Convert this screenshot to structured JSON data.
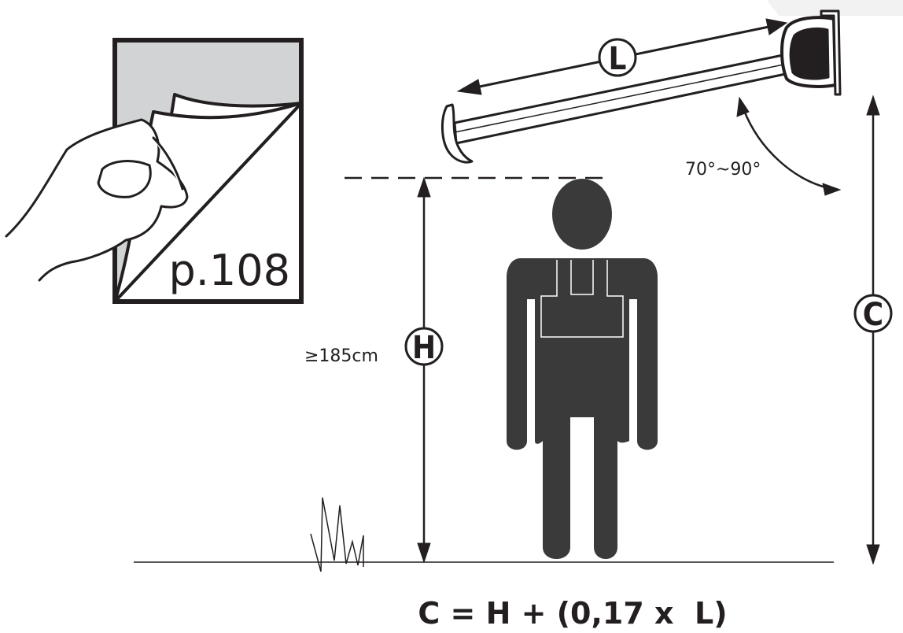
{
  "page_ref": "p.108",
  "labels": {
    "L": "L",
    "H": "H",
    "C": "C"
  },
  "min_height": "≥185cm",
  "angle_range": "70°~90°",
  "formula": "C = H + (0,17 x  L)",
  "colors": {
    "ink": "#231f20",
    "figure": "#3a3a3a",
    "page_gray": "#d1d3d4",
    "background": "#ffffff"
  },
  "icons": {
    "hand": "hand-turning-page-icon",
    "person": "person-silhouette-icon",
    "awning": "awning-arm-icon",
    "grass": "grass-tuft-icon"
  }
}
